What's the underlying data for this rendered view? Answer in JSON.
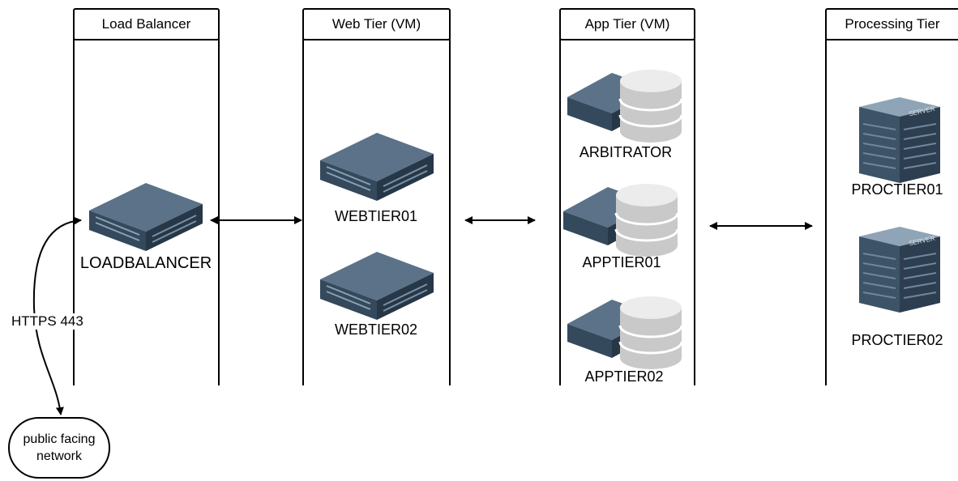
{
  "lanes": {
    "load_balancer": "Load Balancer",
    "web_tier": "Web Tier (VM)",
    "app_tier": "App Tier (VM)",
    "processing_tier": "Processing Tier"
  },
  "nodes": {
    "loadbalancer": {
      "label": "LOADBALANCER",
      "icon": "rack-server-icon"
    },
    "webtier01": {
      "label": "WEBTIER01",
      "icon": "rack-server-icon"
    },
    "webtier02": {
      "label": "WEBTIER02",
      "icon": "rack-server-icon"
    },
    "arbitrator": {
      "label": "ARBITRATOR",
      "icon": "database-server-icon"
    },
    "apptier01": {
      "label": "APPTIER01",
      "icon": "database-server-icon"
    },
    "apptier02": {
      "label": "APPTIER02",
      "icon": "database-server-icon"
    },
    "proctier01": {
      "label": "PROCTIER01",
      "icon": "tower-server-icon",
      "badge": "SERVER"
    },
    "proctier02": {
      "label": "PROCTIER02",
      "icon": "tower-server-icon",
      "badge": "SERVER"
    }
  },
  "public_network": {
    "line1": "public facing",
    "line2": "network"
  },
  "edges": {
    "https_label": "HTTPS 443"
  },
  "colors": {
    "server_dark": "#2d3e4f",
    "server_mid": "#4a6178",
    "db_light": "#d9d9d9",
    "line": "#000000"
  }
}
